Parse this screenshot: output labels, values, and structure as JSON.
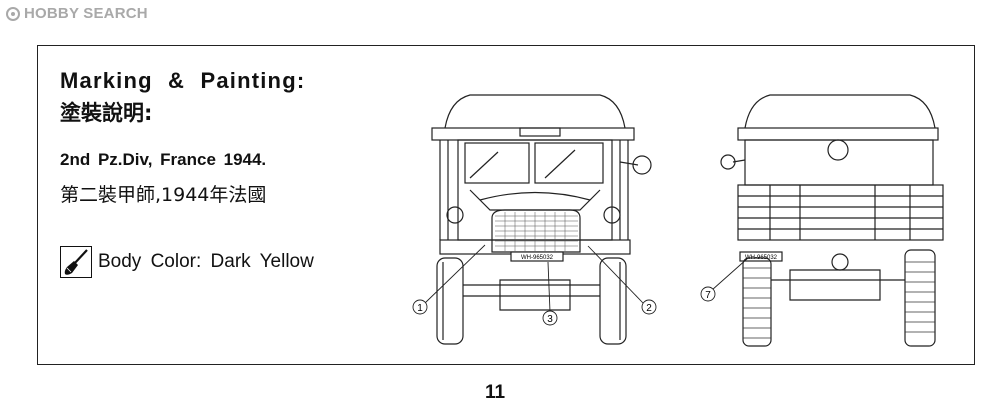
{
  "watermark": {
    "brand": "HOBBY SEARCH"
  },
  "heading": {
    "title_en": "Marking & Painting:",
    "title_cn": "塗裝說明:"
  },
  "unit": {
    "name_en": "2nd Pz.Div, France 1944.",
    "name_cn": "第二裝甲師,1944年法國"
  },
  "paint": {
    "body_color": "Body Color: Dark Yellow",
    "icon": "paintbrush-icon"
  },
  "front_view": {
    "plate": "WH-965032",
    "callouts": [
      "1",
      "2",
      "3"
    ]
  },
  "rear_view": {
    "plate": "WH-965032",
    "callouts": [
      "7"
    ]
  },
  "page": {
    "number": "11"
  }
}
